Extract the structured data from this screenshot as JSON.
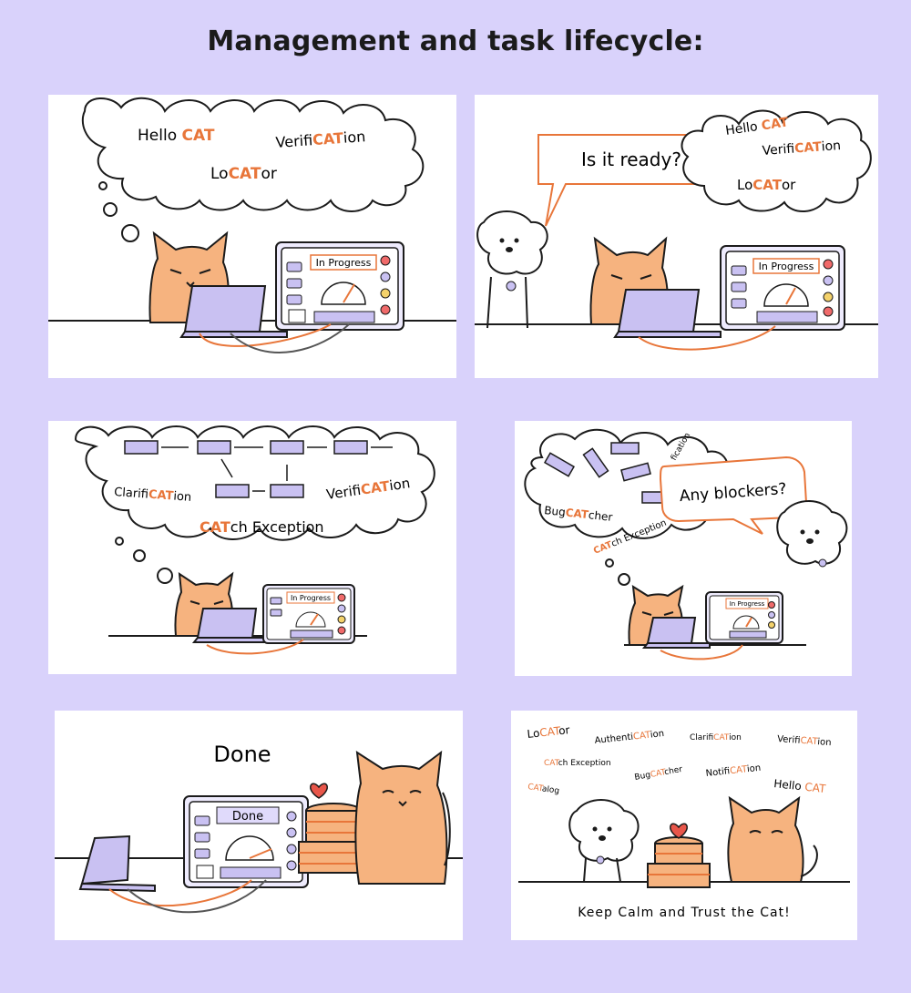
{
  "title": "Management and task lifecycle:",
  "colors": {
    "background": "#d9d2fb",
    "accent": "#e8763a",
    "device": "#c9c1f2",
    "ink": "#1b1b1b"
  },
  "panel1": {
    "thought": [
      {
        "pre": "Hello ",
        "hl": "CAT",
        "post": ""
      },
      {
        "pre": "Verifi",
        "hl": "CAT",
        "post": "ion"
      },
      {
        "pre": "Lo",
        "hl": "CAT",
        "post": "or"
      }
    ],
    "status": "In Progress"
  },
  "panel2": {
    "speech": "Is it ready?",
    "thought": [
      {
        "pre": "Hello ",
        "hl": "CAT",
        "post": ""
      },
      {
        "pre": "Verifi",
        "hl": "CAT",
        "post": "ion"
      },
      {
        "pre": "Lo",
        "hl": "CAT",
        "post": "or"
      }
    ],
    "status": "In Progress"
  },
  "panel3": {
    "thought": [
      {
        "pre": "Clarifi",
        "hl": "CAT",
        "post": "ion"
      },
      {
        "pre": "Verifi",
        "hl": "CAT",
        "post": "ion"
      },
      {
        "pre": "",
        "hl": "CAT",
        "post": "ch Exception"
      }
    ],
    "status": "In Progress"
  },
  "panel4": {
    "speech": "Any blockers?",
    "thought": [
      {
        "pre": "Bug",
        "hl": "CAT",
        "post": "cher"
      },
      {
        "pre": "",
        "hl": "CAT",
        "post": "ch Exception"
      },
      {
        "pre": "",
        "hl": "",
        "post": "fication"
      }
    ],
    "status": "In Progress"
  },
  "panel5": {
    "caption": "Done",
    "status": "Done"
  },
  "panel6": {
    "words": [
      {
        "pre": "Lo",
        "hl": "CAT",
        "post": "or"
      },
      {
        "pre": "Authenti",
        "hl": "CAT",
        "post": "ion"
      },
      {
        "pre": "Clarifi",
        "hl": "CAT",
        "post": "ion"
      },
      {
        "pre": "Verifi",
        "hl": "CAT",
        "post": "ion"
      },
      {
        "pre": "",
        "hl": "CAT",
        "post": "ch Exception"
      },
      {
        "pre": "Bug",
        "hl": "CAT",
        "post": "cher"
      },
      {
        "pre": "Notifi",
        "hl": "CAT",
        "post": "ion"
      },
      {
        "pre": "",
        "hl": "CAT",
        "post": "alog"
      },
      {
        "pre": "Hello ",
        "hl": "CAT",
        "post": ""
      }
    ],
    "slogan": "Keep Calm and Trust the Cat!"
  }
}
